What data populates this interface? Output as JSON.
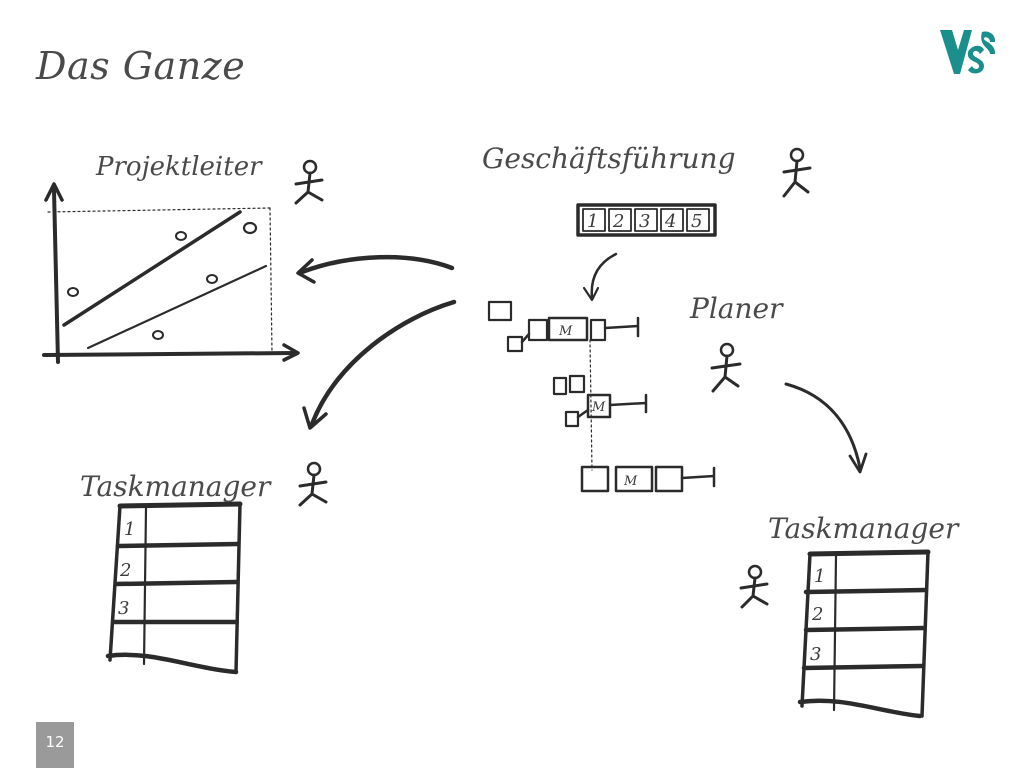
{
  "slide": {
    "title": "Das Ganze",
    "page_number": "12"
  },
  "roles": {
    "projektleiter": "Projektleiter",
    "geschaeftsfuehrung": "Geschäftsführung",
    "planer": "Planer",
    "taskmanager_left": "Taskmanager",
    "taskmanager_right": "Taskmanager"
  },
  "phase_boxes": [
    "1",
    "2",
    "3",
    "4",
    "5"
  ],
  "milestone_label": "M",
  "task_rows": [
    "1",
    "2",
    "3"
  ],
  "logo": {
    "text": "V&S",
    "color": "#1a8f8c"
  },
  "colors": {
    "ink": "#2b2b2b",
    "label": "#4a4a4a",
    "page_badge": "#9a9a9a"
  }
}
